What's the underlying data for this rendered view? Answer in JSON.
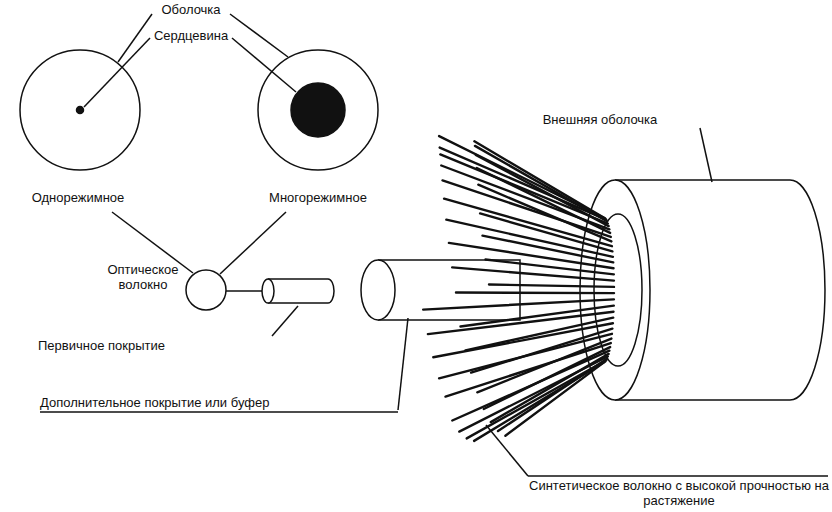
{
  "diagram": {
    "labels": [
      "Оболочка",
      "Сердцевина",
      "Однорежимное",
      "Многорежимное",
      "Оптическое волокно",
      "Первичное покрытие",
      "Дополнительное покрытие или буфер",
      "Внешняя оболочка",
      "Синтетическое волокно с высокой прочностью на растяжение"
    ]
  }
}
